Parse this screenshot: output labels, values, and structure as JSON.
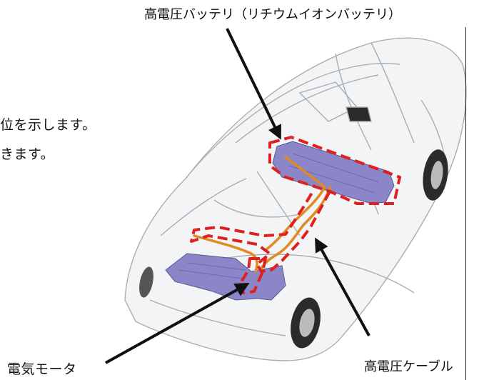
{
  "labels": {
    "battery": "高電圧バッテリ（リチウムイオンバッテリ）",
    "motor": "電気モータ",
    "cable": "高電圧ケーブル"
  },
  "body_text": {
    "line1": "位を示します。",
    "line2": "きます。"
  },
  "colors": {
    "highlight": "#e02020",
    "component": "#8a86c8",
    "cable": "#e08a20",
    "car_outline": "#a9aeb3",
    "arrow": "#111111"
  }
}
